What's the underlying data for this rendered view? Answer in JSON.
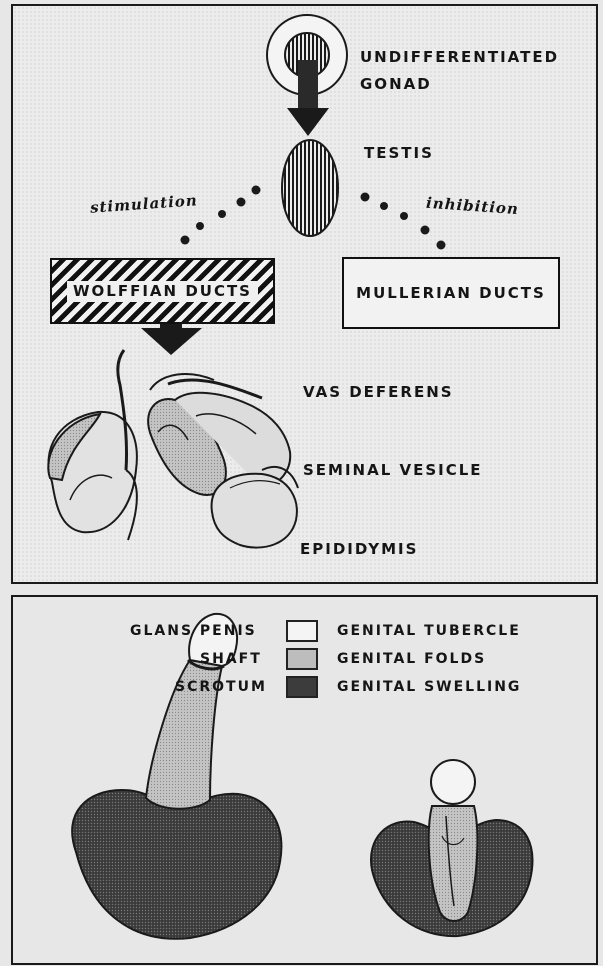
{
  "top_panel": {
    "undifferentiated_gonad_line1": "UNDIFFERENTIATED",
    "undifferentiated_gonad_line2": "GONAD",
    "testis": "TESTIS",
    "stimulation": "stimulation",
    "inhibition": "inhibition",
    "wolffian_ducts": "WOLFFIAN DUCTS",
    "mullerian_ducts": "MULLERIAN DUCTS",
    "vas_deferens": "VAS DEFERENS",
    "seminal_vesicle": "SEMINAL VESICLE",
    "epididymis": "EPIDIDYMIS"
  },
  "bottom_panel": {
    "legend": [
      {
        "adult": "GLANS PENIS",
        "embryonic": "GENITAL TUBERCLE",
        "swatch": "#f4f4f4"
      },
      {
        "adult": "SHAFT",
        "embryonic": "GENITAL FOLDS",
        "swatch": "#bdbdbd"
      },
      {
        "adult": "SCROTUM",
        "embryonic": "GENITAL SWELLING",
        "swatch": "#3c3c3c"
      }
    ]
  },
  "colors": {
    "ink": "#151515",
    "paper": "#ececec",
    "shaft_gray": "#bdbdbd",
    "scrotum_dark": "#3c3c3c"
  }
}
